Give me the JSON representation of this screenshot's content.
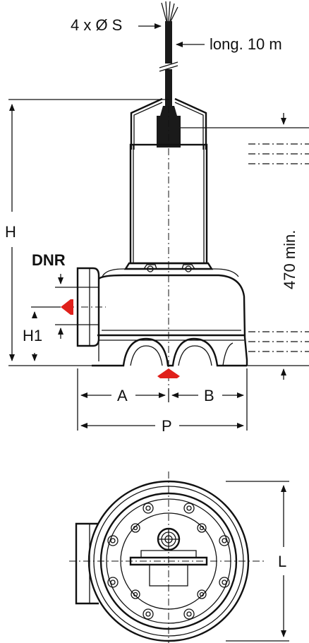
{
  "labels": {
    "cable": "4 x Ø S",
    "cable_length": "long. 10 m",
    "height": "H",
    "discharge": "DNR",
    "discharge_height": "H1",
    "min_level": "470 min.",
    "dim_a": "A",
    "dim_b": "B",
    "dim_p": "P",
    "dim_l": "L"
  },
  "colors": {
    "flow_arrow": "#e0201b",
    "line": "#111111"
  }
}
